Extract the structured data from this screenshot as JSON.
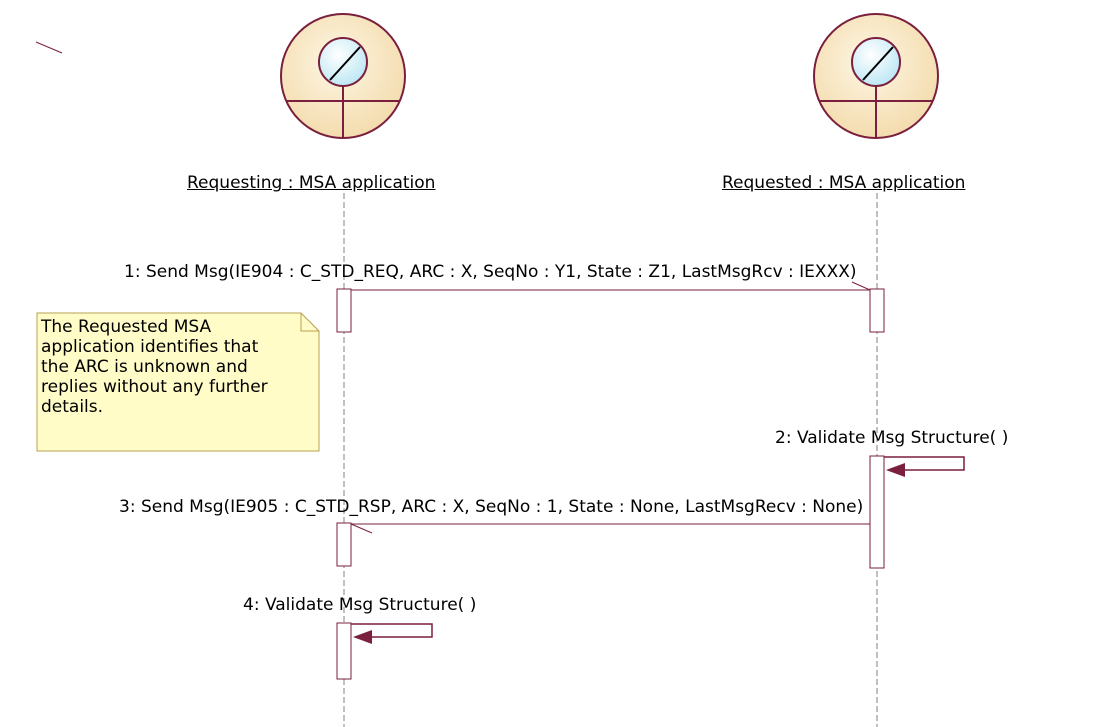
{
  "actors": [
    {
      "name": "Requesting : MSA application"
    },
    {
      "name": "Requested : MSA application"
    }
  ],
  "messages": [
    {
      "label": "1: Send Msg(IE904 : C_STD_REQ, ARC : X, SeqNo : Y1, State : Z1, LastMsgRcv : IEXXX)"
    },
    {
      "label": "2: Validate Msg Structure( )"
    },
    {
      "label": "3: Send Msg(IE905 : C_STD_RSP, ARC : X, SeqNo : 1, State : None, LastMsgRecv : None)"
    },
    {
      "label": "4: Validate Msg Structure( )"
    }
  ],
  "note": {
    "text": "The Requested MSA\napplication identifies that\nthe ARC is unknown and\nreplies without any further\ndetails."
  },
  "colors": {
    "actor_fill": "#f8e6c0",
    "actor_stroke": "#7a1f3d",
    "message_line": "#7a1f3d",
    "note_fill": "#fffcc8",
    "note_stroke": "#b8a050",
    "lifeline": "#808080"
  }
}
